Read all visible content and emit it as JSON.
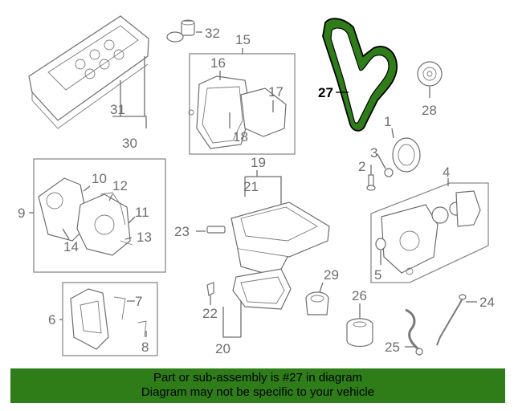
{
  "callouts": {
    "n1": "1",
    "n2": "2",
    "n3": "3",
    "n4": "4",
    "n5": "5",
    "n6": "6",
    "n7": "7",
    "n8": "8",
    "n9": "9",
    "n10": "10",
    "n11": "11",
    "n12": "12",
    "n13": "13",
    "n14": "14",
    "n15": "15",
    "n16": "16",
    "n17": "17",
    "n18": "18",
    "n19": "19",
    "n20": "20",
    "n21": "21",
    "n22": "22",
    "n23": "23",
    "n24": "24",
    "n25": "25",
    "n26": "26",
    "n27": "27",
    "n28": "28",
    "n29": "29",
    "n30": "30",
    "n31": "31",
    "n32": "32"
  },
  "highlight": {
    "color": "#2e7d18"
  },
  "banner": {
    "line1": "Part or sub-assembly is #27 in diagram",
    "line2": "Diagram may not be specific to your vehicle",
    "color": "#2e7d18"
  }
}
